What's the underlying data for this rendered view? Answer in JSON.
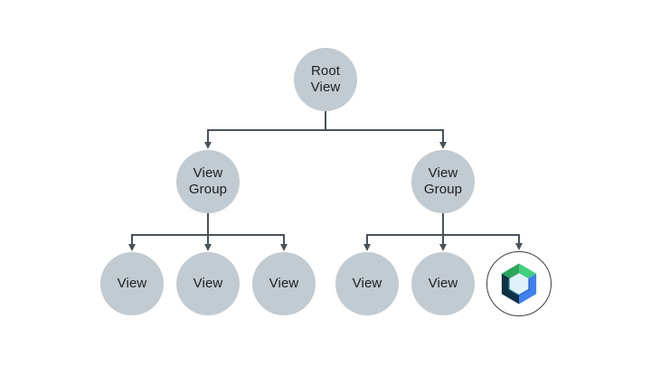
{
  "diagram": {
    "colors": {
      "node_fill": "#c2cbd1",
      "line": "#485259",
      "text": "#202124",
      "compose_ring": "#3c4043",
      "compose_circle_fill": "#ffffff"
    },
    "nodes": {
      "root": {
        "label": "Root View"
      },
      "left_group": {
        "label": "View Group"
      },
      "right_group": {
        "label": "View Group"
      },
      "left_children": [
        {
          "label": "View"
        },
        {
          "label": "View"
        },
        {
          "label": "View"
        }
      ],
      "right_children": [
        {
          "label": "View"
        },
        {
          "label": "View"
        }
      ],
      "compose_node": {
        "icon": "jetpack-compose-logo"
      }
    },
    "compose_logo": {
      "green_dark": "#2ea55f",
      "green_light": "#3fcf7e",
      "blue": "#4080ee",
      "navy": "#0e3144",
      "teal": "#2c7a8c",
      "inner_edge_blue": "#2e67d1",
      "hole_fill": "#e1f1fa"
    }
  }
}
